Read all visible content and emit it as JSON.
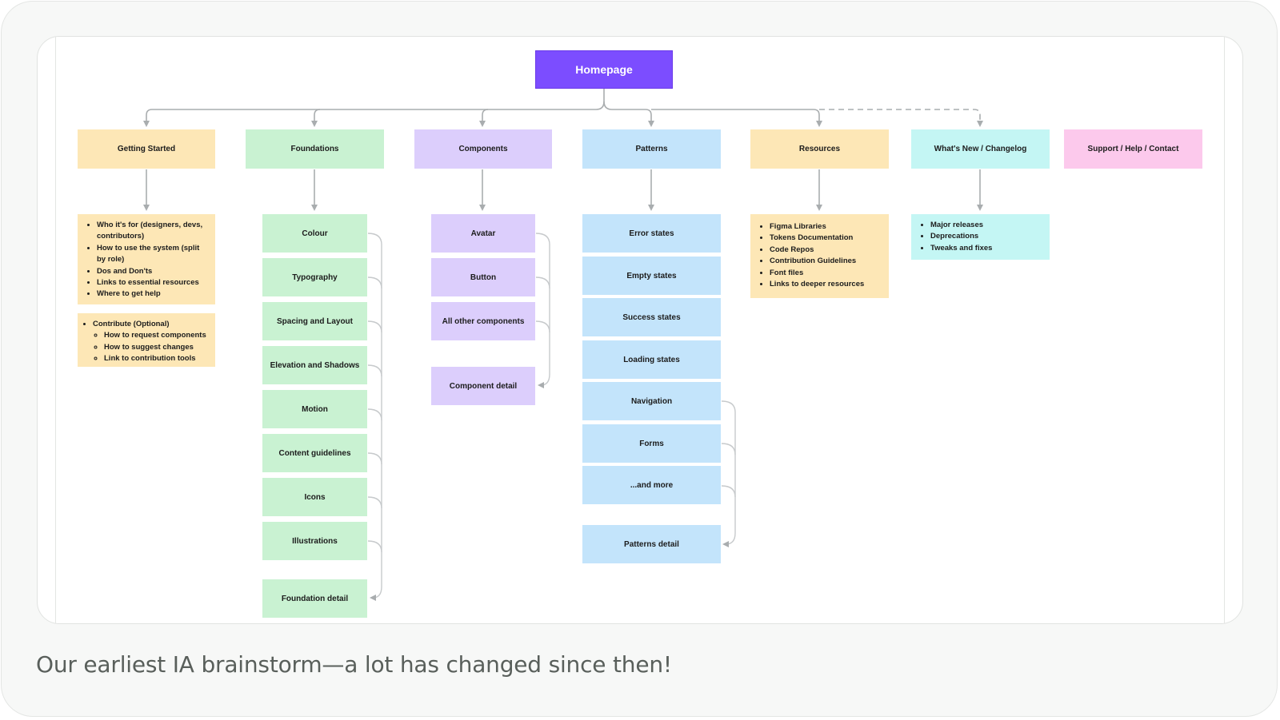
{
  "diagram": {
    "root": "Homepage",
    "sections": [
      {
        "id": "getting-started",
        "label": "Getting Started"
      },
      {
        "id": "foundations",
        "label": "Foundations"
      },
      {
        "id": "components",
        "label": "Components"
      },
      {
        "id": "patterns",
        "label": "Patterns"
      },
      {
        "id": "resources",
        "label": "Resources"
      },
      {
        "id": "whats-new",
        "label": "What's New / Changelog"
      },
      {
        "id": "support",
        "label": "Support / Help / Contact"
      }
    ],
    "getting_started": {
      "list1": [
        "Who it's for (designers, devs, contributors)",
        "How to use the system (split by role)",
        "Dos and Don'ts",
        "Links to essential resources",
        "Where to get help"
      ],
      "list2_title": "Contribute (Optional)",
      "list2": [
        "How to request components",
        "How to suggest changes",
        "Link to contribution tools"
      ]
    },
    "foundations": {
      "items": [
        "Colour",
        "Typography",
        "Spacing and Layout",
        "Elevation and Shadows",
        "Motion",
        "Content guidelines",
        "Icons",
        "Illustrations"
      ],
      "detail": "Foundation detail"
    },
    "components": {
      "items": [
        "Avatar",
        "Button",
        "All other components"
      ],
      "detail": "Component detail"
    },
    "patterns": {
      "items": [
        "Error states",
        "Empty states",
        "Success states",
        "Loading states",
        "Navigation",
        "Forms",
        "...and more"
      ],
      "detail": "Patterns detail"
    },
    "resources": {
      "items": [
        "Figma Libraries",
        "Tokens Documentation",
        "Code Repos",
        "Contribution Guidelines",
        "Font files",
        "Links to deeper resources"
      ]
    },
    "whats_new": {
      "items": [
        "Major releases",
        "Deprecations",
        "Tweaks and fixes"
      ]
    },
    "colors": {
      "homepage": "#7c4dff",
      "yellow": "#fde7b6",
      "green": "#c9f2d2",
      "purple": "#dccefc",
      "blue": "#c3e4fb",
      "cyan": "#c4f6f4",
      "pink": "#fcc9ec",
      "connector": "#a9adaf"
    }
  },
  "caption": "Our earliest IA brainstorm—a lot has changed since then!"
}
